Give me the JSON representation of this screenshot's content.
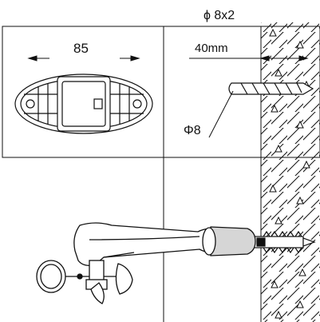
{
  "labels": {
    "drill_spec": "ϕ 8x2",
    "width_dim": "85",
    "depth_dim": "40mm",
    "hole_dia": "Φ8"
  },
  "colors": {
    "line": "#111111",
    "background": "#ffffff",
    "shading": "#d6d6d6"
  }
}
